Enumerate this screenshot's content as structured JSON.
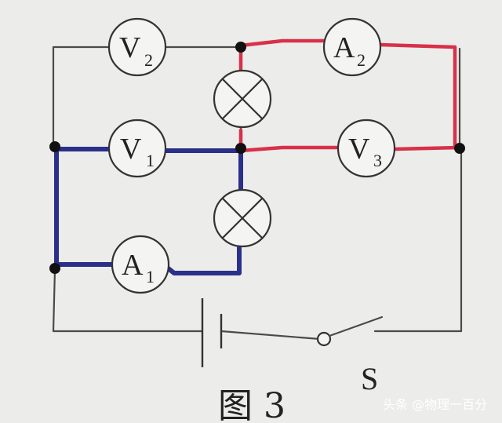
{
  "meters": {
    "v2": {
      "letter": "V",
      "sub": "2"
    },
    "a2": {
      "letter": "A",
      "sub": "2"
    },
    "v1": {
      "letter": "V",
      "sub": "1"
    },
    "v3": {
      "letter": "V",
      "sub": "3"
    },
    "a1": {
      "letter": "A",
      "sub": "1"
    }
  },
  "switch_label": "S",
  "caption": "图 3",
  "watermark": "头条 @物理一百分",
  "colors": {
    "wire": "#4a4a4a",
    "blue_path": "#2a2f8a",
    "red_path": "#d9304a",
    "background": "#ececea"
  }
}
